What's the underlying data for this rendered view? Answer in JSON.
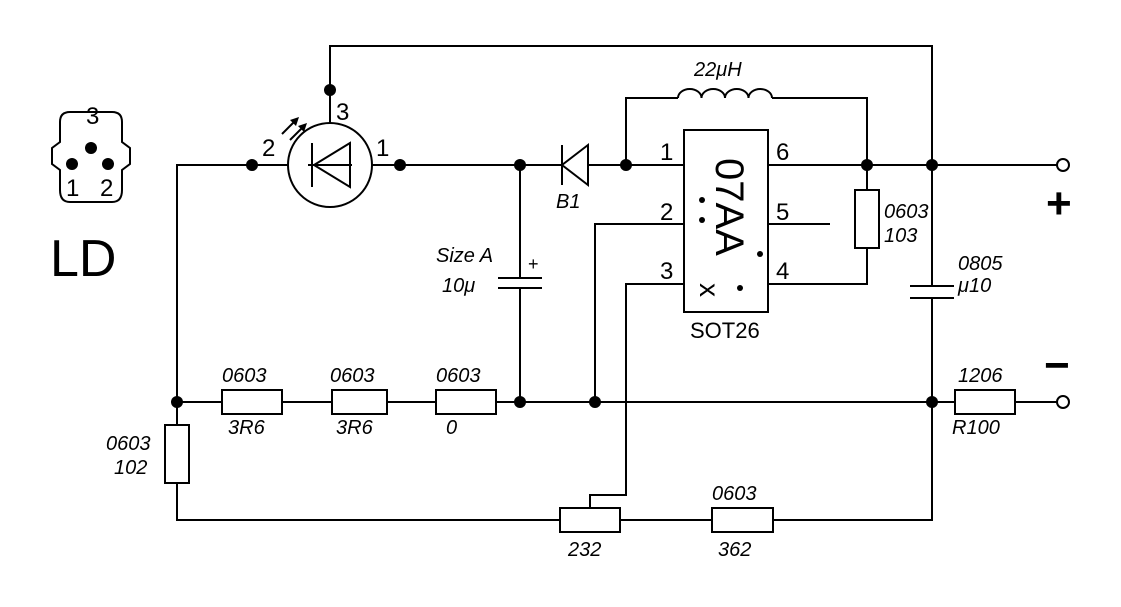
{
  "connector": {
    "title": "LD",
    "pin_top": "3",
    "pin_left": "1",
    "pin_right": "2"
  },
  "laser_diode": {
    "pin_left": "2",
    "pin_top": "3",
    "pin_right": "1"
  },
  "diode_b1": {
    "label": "B1"
  },
  "inductor": {
    "value": "22μH"
  },
  "cap_a": {
    "package": "Size A",
    "value": "10μ",
    "polarity": "+"
  },
  "ic": {
    "marking": "07AA",
    "marking_sub": "x",
    "package": "SOT26",
    "pins": [
      "1",
      "2",
      "3",
      "4",
      "5",
      "6"
    ]
  },
  "r_103": {
    "package": "0603",
    "value": "103"
  },
  "cap_0805": {
    "package": "0805",
    "value": "μ10"
  },
  "r_3r6_a": {
    "package": "0603",
    "value": "3R6"
  },
  "r_3r6_b": {
    "package": "0603",
    "value": "3R6"
  },
  "r_0": {
    "package": "0603",
    "value": "0"
  },
  "r_102": {
    "package": "0603",
    "value": "102"
  },
  "r_sense": {
    "package": "1206",
    "value": "R100"
  },
  "pot": {
    "value": "232"
  },
  "r_362": {
    "package": "0603",
    "value": "362"
  },
  "terminals": {
    "plus": "+",
    "minus": "−"
  }
}
